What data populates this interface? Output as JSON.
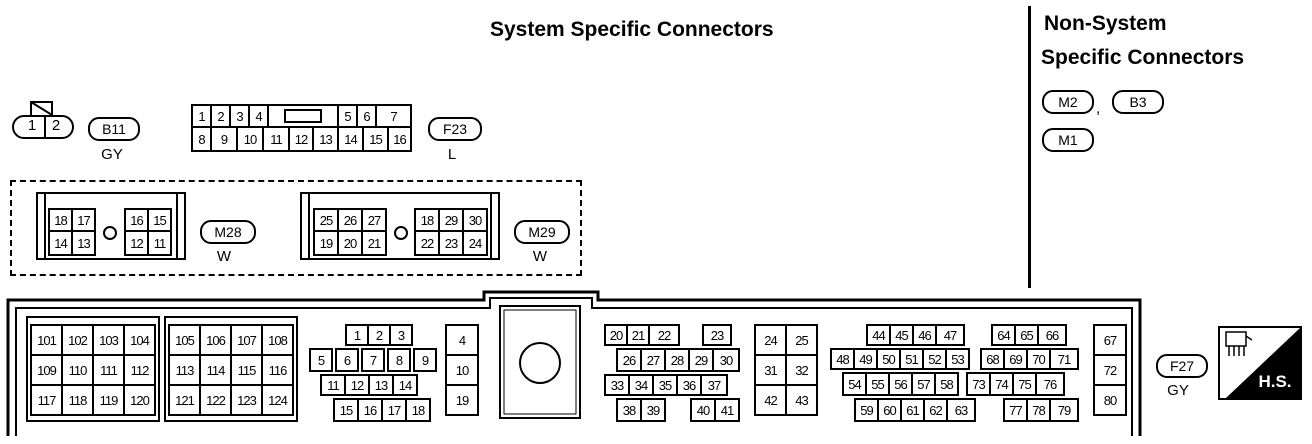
{
  "titles": {
    "system": "System Specific Connectors",
    "nonsystem_line1": "Non-System",
    "nonsystem_line2": "Specific Connectors"
  },
  "nonsystem": {
    "codes": [
      "M2",
      "B3",
      "M1"
    ],
    "separator": ","
  },
  "b11": {
    "code": "B11",
    "color": "GY",
    "pins": [
      "1",
      "2"
    ]
  },
  "f23": {
    "code": "F23",
    "color": "L",
    "row1": [
      "1",
      "2",
      "3",
      "4",
      "",
      "5",
      "6",
      "7"
    ],
    "row2": [
      "8",
      "9",
      "10",
      "11",
      "12",
      "13",
      "14",
      "15",
      "16"
    ]
  },
  "m28": {
    "code": "M28",
    "color": "W",
    "top": [
      "18",
      "17",
      "16",
      "15"
    ],
    "bottom": [
      "14",
      "13",
      "12",
      "11"
    ]
  },
  "m29": {
    "code": "M29",
    "color": "W",
    "top": [
      "25",
      "26",
      "27",
      "18",
      "29",
      "30"
    ],
    "bottom": [
      "19",
      "20",
      "21",
      "22",
      "23",
      "24"
    ]
  },
  "f27": {
    "code": "F27",
    "color": "GY",
    "blockA": [
      [
        "101",
        "102",
        "103",
        "104"
      ],
      [
        "109",
        "110",
        "111",
        "112"
      ],
      [
        "117",
        "118",
        "119",
        "120"
      ]
    ],
    "blockB": [
      [
        "105",
        "106",
        "107",
        "108"
      ],
      [
        "113",
        "114",
        "115",
        "116"
      ],
      [
        "121",
        "122",
        "123",
        "124"
      ]
    ],
    "blockC": {
      "r1": [
        "1",
        "2",
        "3"
      ],
      "r2": [
        "5",
        "6",
        "7",
        "8",
        "9"
      ],
      "r3": [
        "11",
        "12",
        "13",
        "14"
      ],
      "r4": [
        "15",
        "16",
        "17",
        "18"
      ]
    },
    "blockD": [
      "4",
      "10",
      "19"
    ],
    "blockE": {
      "r1": [
        "20",
        "21",
        "22",
        "23"
      ],
      "r2": [
        "26",
        "27",
        "28",
        "29",
        "30"
      ],
      "r3": [
        "33",
        "34",
        "35",
        "36",
        "37"
      ],
      "r4": [
        "38",
        "39",
        "40",
        "41"
      ]
    },
    "blockF": [
      [
        "24",
        "25"
      ],
      [
        "31",
        "32"
      ],
      [
        "42",
        "43"
      ]
    ],
    "blockG": {
      "r1": [
        "44",
        "45",
        "46",
        "47",
        "64",
        "65",
        "66"
      ],
      "r2": [
        "48",
        "49",
        "50",
        "51",
        "52",
        "53",
        "68",
        "69",
        "70",
        "71"
      ],
      "r3": [
        "54",
        "55",
        "56",
        "57",
        "58",
        "73",
        "74",
        "75",
        "76"
      ],
      "r4": [
        "59",
        "60",
        "61",
        "62",
        "63",
        "77",
        "78",
        "79"
      ]
    },
    "blockH": [
      "67",
      "72",
      "80"
    ]
  },
  "hs": {
    "label": "H.S."
  },
  "colors": {
    "ink": "#000000",
    "paper": "#ffffff"
  }
}
